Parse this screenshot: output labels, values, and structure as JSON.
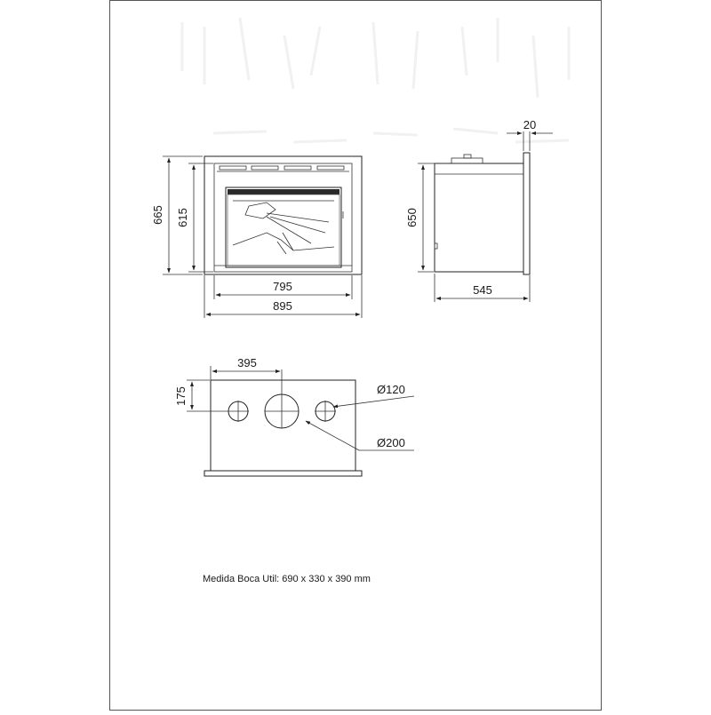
{
  "colors": {
    "line": "#222222",
    "border": "#555555",
    "background": "#ffffff",
    "glass": "#2a2a2a"
  },
  "front_view": {
    "height_outer": "665",
    "height_inner": "615",
    "width_inner": "795",
    "width_outer": "895"
  },
  "side_view": {
    "offset_top": "20",
    "height": "650",
    "depth": "545"
  },
  "top_view": {
    "offset_x": "395",
    "offset_y": "175",
    "small_outlet_diameter": "Ø120",
    "large_outlet_diameter": "Ø200"
  },
  "note": "Medida Boca Util: 690 x 330 x 390 mm"
}
